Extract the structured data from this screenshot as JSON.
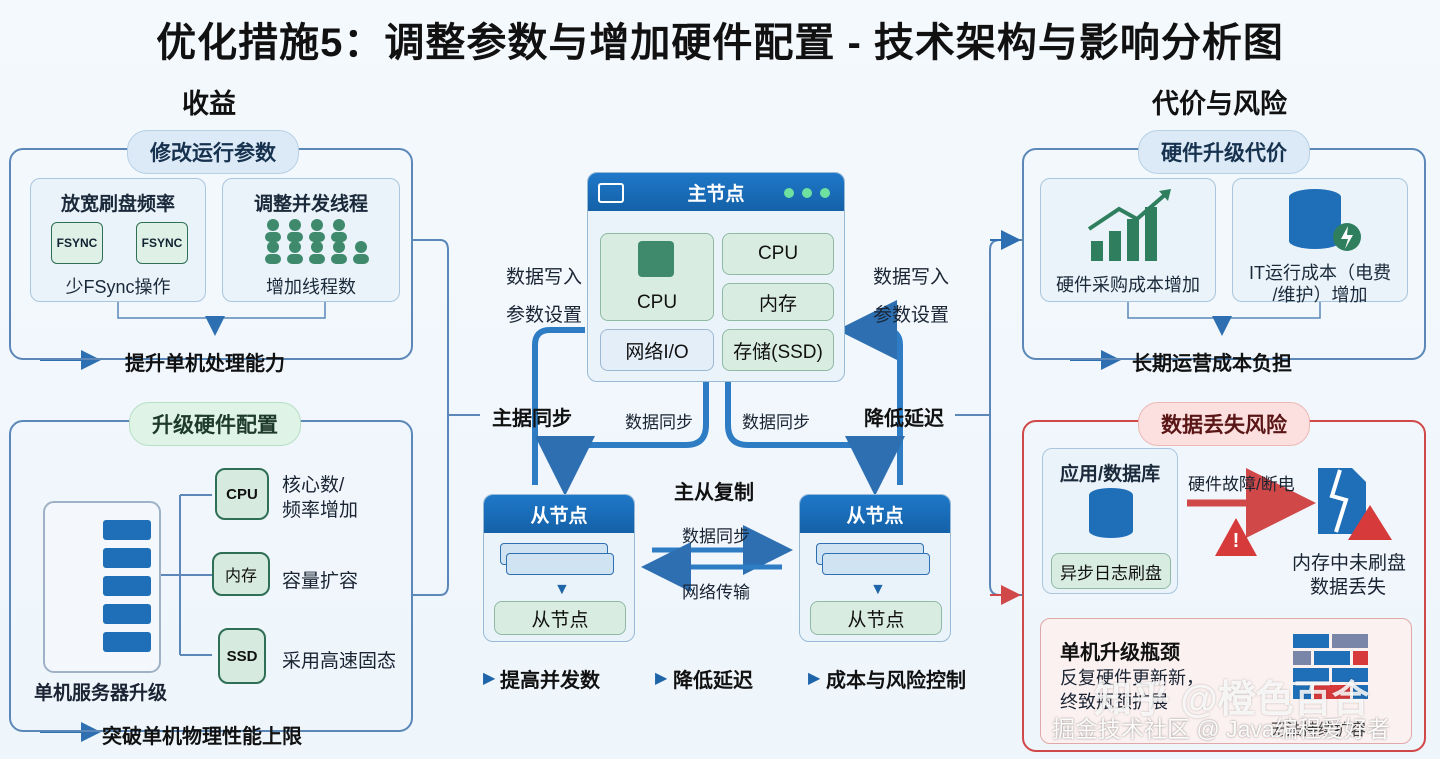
{
  "title": "优化措施5：调整参数与增加硬件配置 - 技术架构与影响分析图",
  "left": {
    "heading": "收益",
    "params": {
      "pill": "修改运行参数",
      "card1_title": "放宽刷盘频率",
      "fsync_a": "FSYNC",
      "fsync_b": "FSYNC",
      "card1_caption": "少FSync操作",
      "card2_title": "调整并发线程",
      "card2_caption": "增加线程数",
      "result": "提升单机处理能力"
    },
    "hardware": {
      "pill": "升级硬件配置",
      "cpu_chip": "CPU",
      "cpu_label_1": "核心数/",
      "cpu_label_2": "频率增加",
      "mem_chip": "内存",
      "mem_label": "容量扩容",
      "ssd_chip": "SSD",
      "ssd_label": "采用高速固态",
      "server_caption": "单机服务器升级",
      "result": "突破单机物理性能上限"
    }
  },
  "center": {
    "master": {
      "title": "主节点",
      "cpu_main": "CPU",
      "cpu": "CPU",
      "memory": "内存",
      "network": "网络I/O",
      "storage": "存储(SSD)"
    },
    "left_write_1": "数据写入",
    "left_write_2": "参数设置",
    "right_write_1": "数据写入",
    "right_write_2": "参数设置",
    "left_sync_label": "主据同步",
    "right_delay_label": "降低延迟",
    "sync_left": "数据同步",
    "sync_right": "数据同步",
    "replication": "主从复制",
    "slave_left": {
      "title": "从节点",
      "sub": "从节点"
    },
    "slave_right": {
      "title": "从节点",
      "sub": "从节点"
    },
    "mid_sync": "数据同步",
    "mid_net": "网络传输",
    "bottom": [
      "提高并发数",
      "降低延迟",
      "成本与风险控制"
    ]
  },
  "right": {
    "heading": "代价与风险",
    "cost": {
      "pill": "硬件升级代价",
      "card1": "硬件采购成本增加",
      "card2_line1": "IT运行成本（电费",
      "card2_line2": "/维护）增加",
      "result": "长期运营成本负担"
    },
    "risk": {
      "pill": "数据丢失风险",
      "app": "应用/数据库",
      "async": "异步日志刷盘",
      "fault": "硬件故障/断电",
      "loss_1": "内存中未刷盘",
      "loss_2": "数据丢失",
      "bottleneck_title": "单机升级瓶颈",
      "bottleneck_1": "反复硬件更新新，",
      "bottleneck_2": "终致瓶颈扩展",
      "bottleneck_3": "无法持续扩容"
    }
  },
  "watermark_1": "知乎 @橙色百合",
  "watermark_2": "掘金技术社区 @ Java编程爱好者",
  "colors": {
    "primary_blue": "#1f6fb8",
    "panel_blue": "#5b88b8",
    "risk_red": "#d04848",
    "green_fill": "#dff1e6"
  }
}
